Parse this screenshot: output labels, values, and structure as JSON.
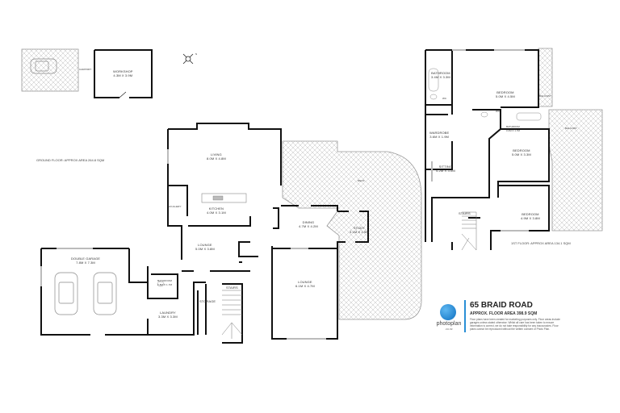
{
  "property": {
    "address": "65 BRAID ROAD",
    "total_area": "APPROX. FLOOR AREA 398.9 SQM",
    "disclaimer": "Floor plans have been created for marketing purposes only. Floor areas include garages unless stated otherwise. Whilst all care has been taken to ensure information is correct, we do not take responsibility for any inaccuracies. Floor plans cannot be reproduced without the written consent of Photo Plan."
  },
  "brand": {
    "name": "photoplan",
    "domain": ".co.nz",
    "color": "#2a8fd6"
  },
  "floors": {
    "ground": {
      "area_label": "GROUND FLOOR: APPROX AREA 264.8 SQM",
      "rooms": [
        {
          "name": "WORKSHOP",
          "dims": "4.3m x 3.9m"
        },
        {
          "name": "CARPORT",
          "dims": ""
        },
        {
          "name": "LIVING",
          "dims": "8.0m x 4.8m"
        },
        {
          "name": "KITCHEN",
          "dims": "4.0m x 3.1m"
        },
        {
          "name": "SCULLERY",
          "dims": ""
        },
        {
          "name": "DECK",
          "dims": ""
        },
        {
          "name": "DINING",
          "dims": "4.7m x 4.2m"
        },
        {
          "name": "STUDY",
          "dims": "3.1m x 2.5m"
        },
        {
          "name": "LOUNGE",
          "dims": "5.0m x 3.8m"
        },
        {
          "name": "LOUNGE",
          "dims": "6.1m x 4.7m"
        },
        {
          "name": "DOUBLE GARAGE",
          "dims": "7.8m x 7.3m"
        },
        {
          "name": "BATHROOM",
          "dims": "2.8m x 1.7m"
        },
        {
          "name": "LAUNDRY",
          "dims": "3.3m x 3.3m"
        },
        {
          "name": "STORAGE",
          "dims": ""
        },
        {
          "name": "STAIRS",
          "dims": ""
        }
      ]
    },
    "first": {
      "area_label": "1ST FLOOR: APPROX AREA 134.1 SQM",
      "rooms": [
        {
          "name": "BATHROOM",
          "dims": "3.4m x 3.3m"
        },
        {
          "name": "BEDROOM",
          "dims": "5.0m x 4.5m"
        },
        {
          "name": "BALCONY",
          "dims": ""
        },
        {
          "name": "WC",
          "dims": ""
        },
        {
          "name": "WC",
          "dims": ""
        },
        {
          "name": "WARDROBE",
          "dims": "3.6m x 1.9m"
        },
        {
          "name": "BATHROOM",
          "dims": "3.2m x 1.7m"
        },
        {
          "name": "BALCONY",
          "dims": ""
        },
        {
          "name": "BEDROOM",
          "dims": "5.0m x 3.3m"
        },
        {
          "name": "SITTING",
          "dims": "4.2m x 3.0m"
        },
        {
          "name": "STAIRS",
          "dims": ""
        },
        {
          "name": "BEDROOM",
          "dims": "4.9m x 3.8m"
        }
      ]
    }
  },
  "compass": {
    "label": "N"
  }
}
